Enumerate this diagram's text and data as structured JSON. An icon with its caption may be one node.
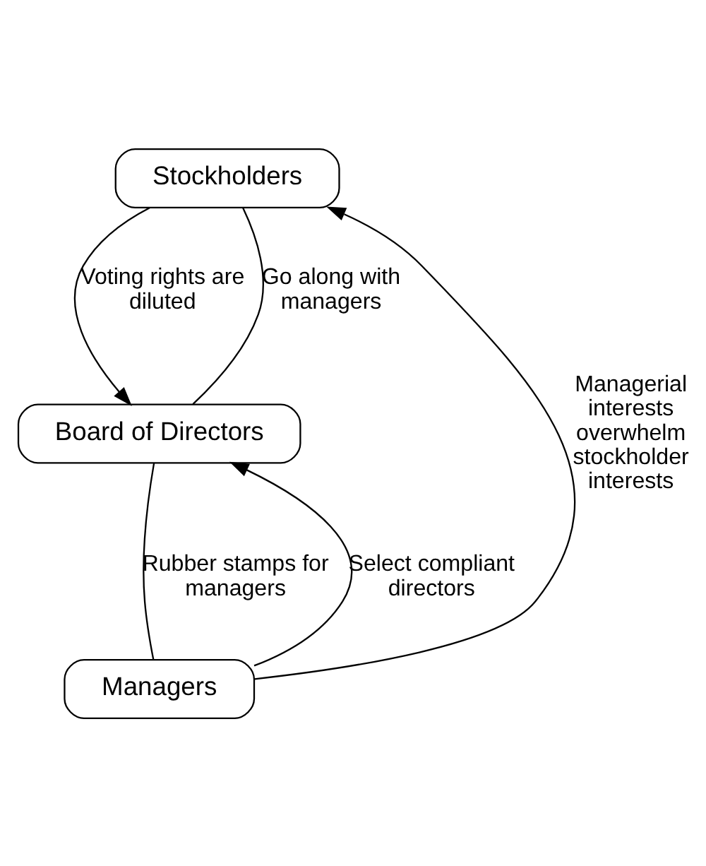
{
  "diagram": {
    "nodes": [
      {
        "text": [
          "Stockholders"
        ]
      },
      {
        "text": [
          "Board of Directors"
        ]
      },
      {
        "text": [
          "Managers"
        ]
      }
    ],
    "edges": [
      {
        "from": 0,
        "to": 1,
        "arrow": "to",
        "label": "Voting rights are diluted"
      },
      {
        "from": 0,
        "to": 1,
        "arrow": "none",
        "label": "Go along with managers"
      },
      {
        "from": 1,
        "to": 2,
        "arrow": "none",
        "label": "Rubber stamps for managers"
      },
      {
        "from": 2,
        "to": 1,
        "arrow": "to",
        "label": "Select compliant directors"
      },
      {
        "from": 2,
        "to": 0,
        "arrow": "to",
        "label": "Managerial interests overwhelm stockholder interests"
      }
    ]
  }
}
